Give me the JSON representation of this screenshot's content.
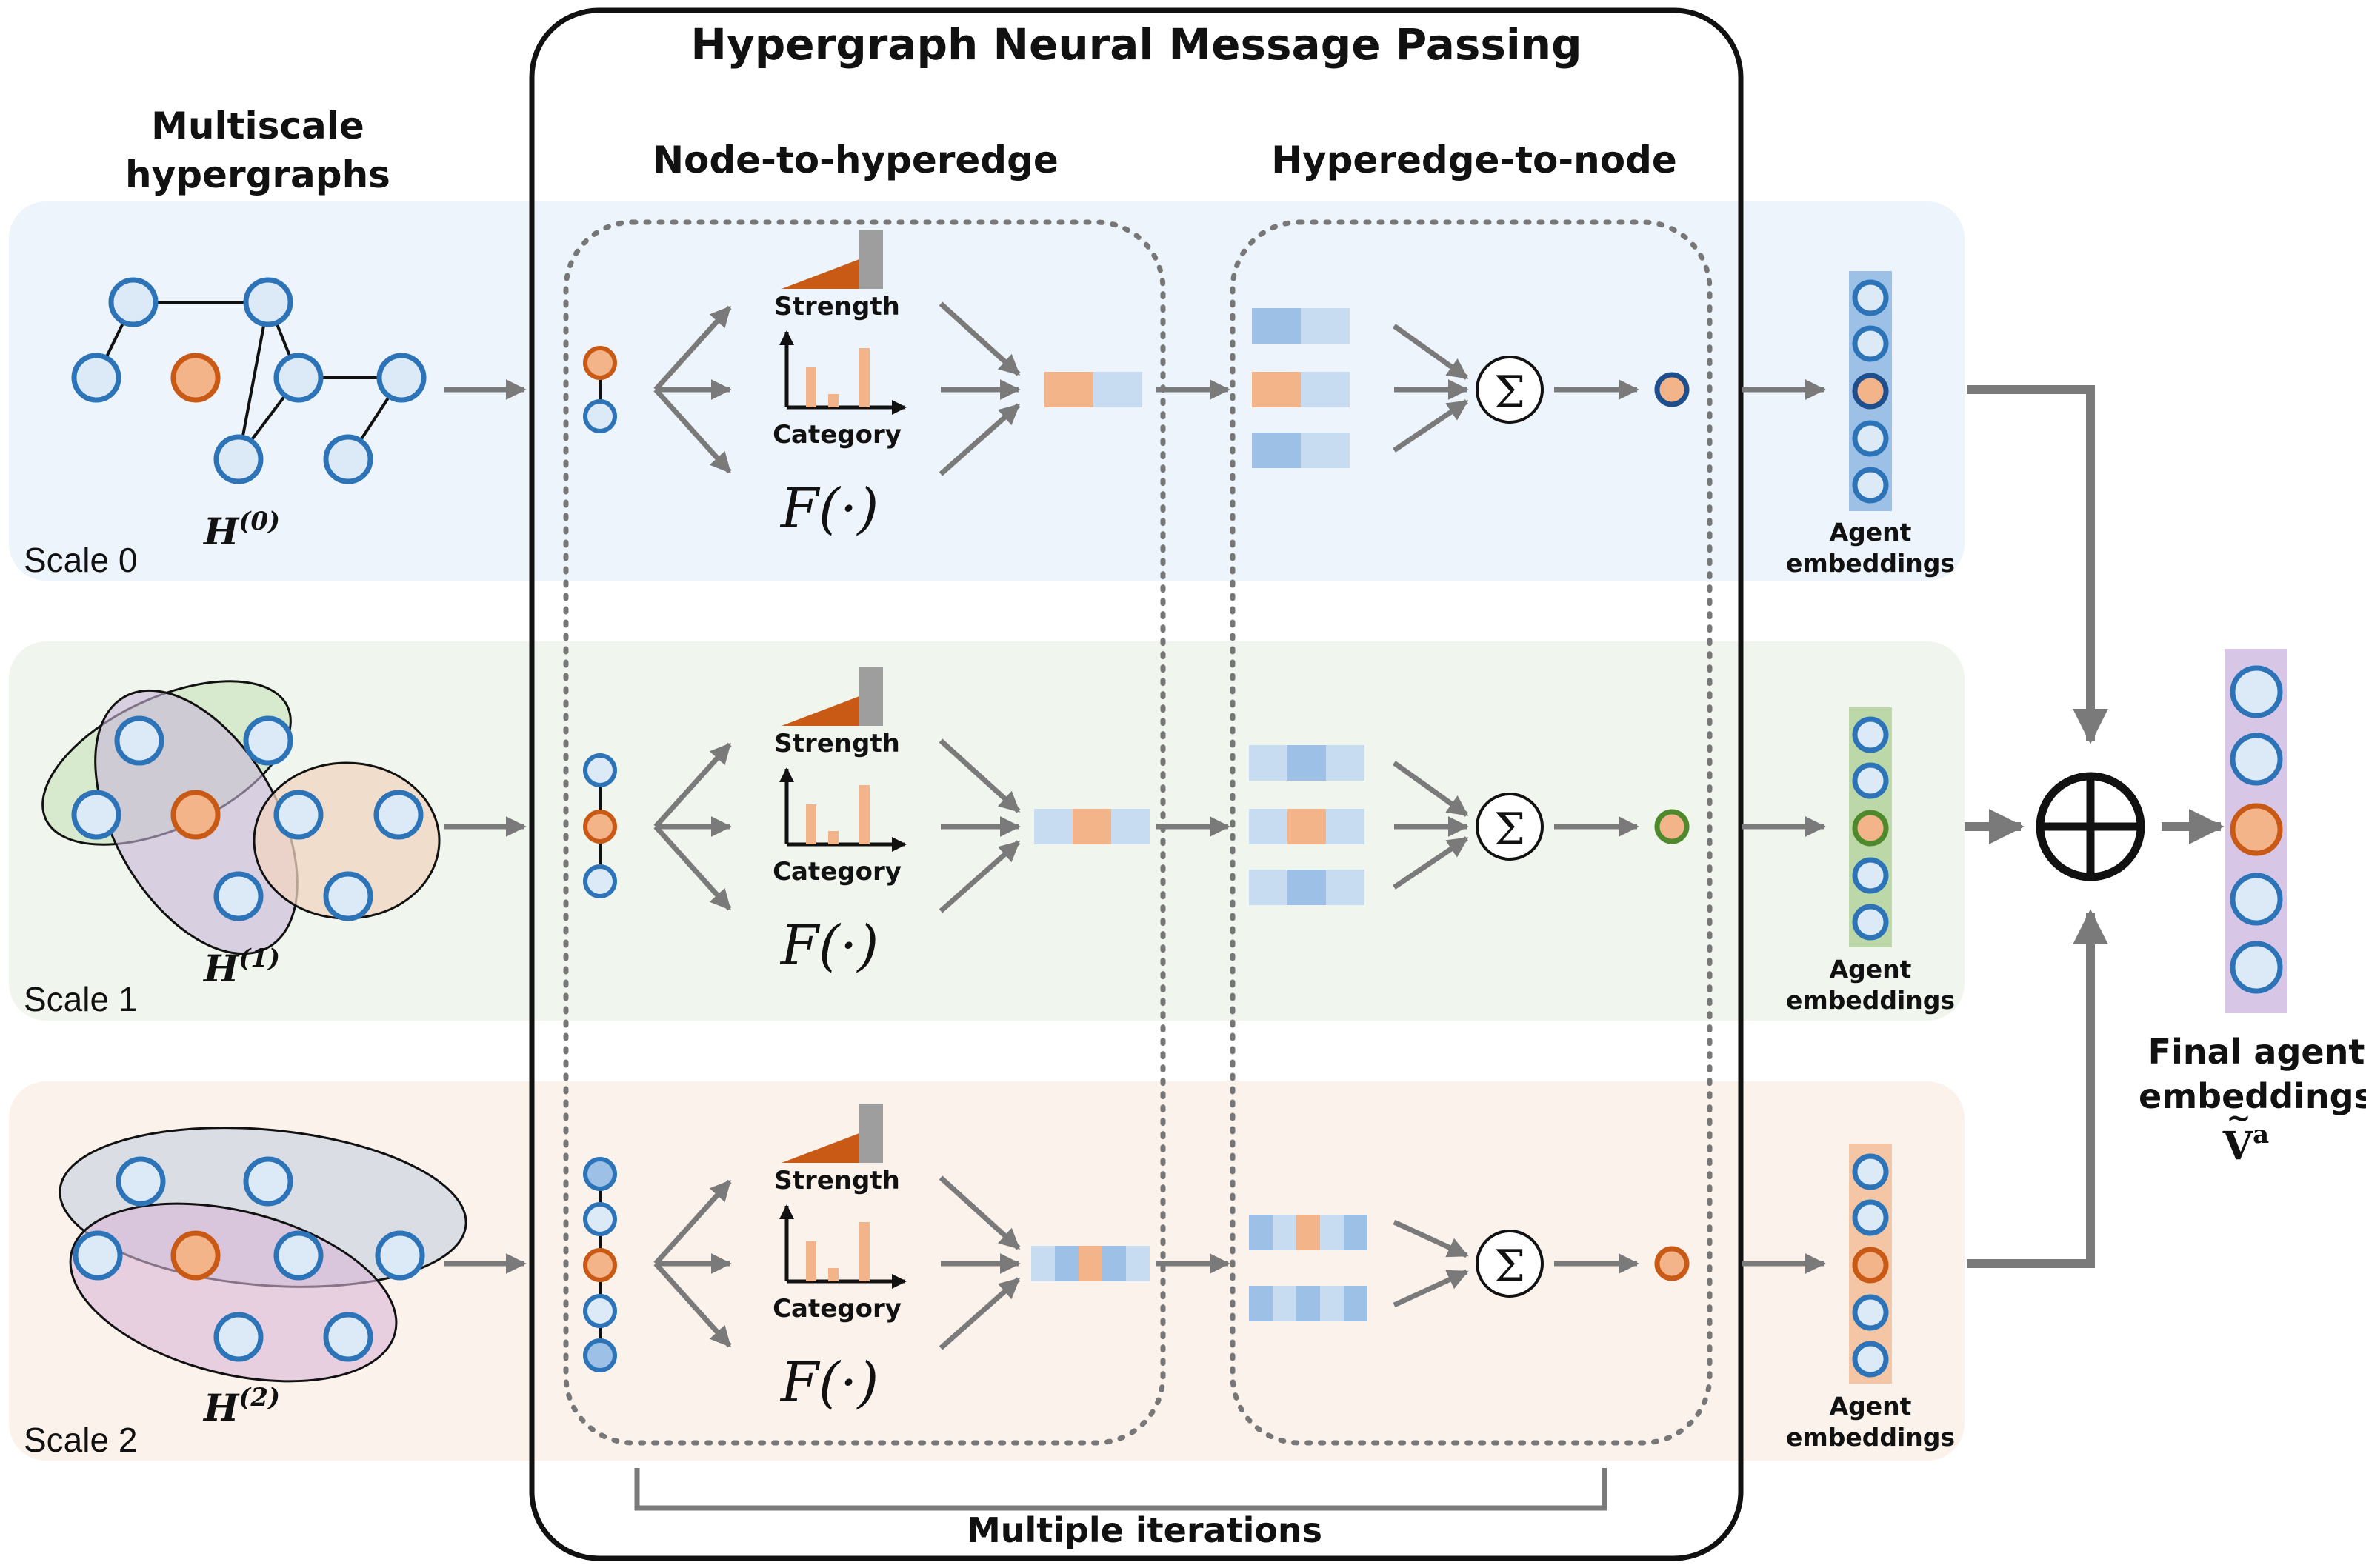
{
  "title": "Hypergraph Neural Message Passing",
  "left_header": [
    "Multiscale",
    "hypergraphs"
  ],
  "col1_header": "Node-to-hyperedge",
  "col2_header": "Hyperedge-to-node",
  "scales": [
    {
      "label": "Scale 0",
      "h_base": "H",
      "h_sup": "(0)"
    },
    {
      "label": "Scale 1",
      "h_base": "H",
      "h_sup": "(1)"
    },
    {
      "label": "Scale 2",
      "h_base": "H",
      "h_sup": "(2)"
    }
  ],
  "strength_label": "Strength",
  "category_label": "Category",
  "function_label": "F(·)",
  "sigma_symbol": "Σ",
  "agent_label": [
    "Agent",
    "embeddings"
  ],
  "iterations_label": "Multiple iterations",
  "final_label": [
    "Final agent",
    "embeddings"
  ],
  "final_symbol": "V",
  "final_sup": "a",
  "colors": {
    "scale0_bg": "#eef4fb",
    "scale1_bg": "#f0f6ed",
    "scale2_bg": "#fcf2ec",
    "node_blue": "#2c73b8",
    "node_fill": "#dce9f7",
    "node_orange": "#c95a16",
    "node_orange_fill": "#f4b48a",
    "arrow_gray": "#7a7a7a"
  }
}
